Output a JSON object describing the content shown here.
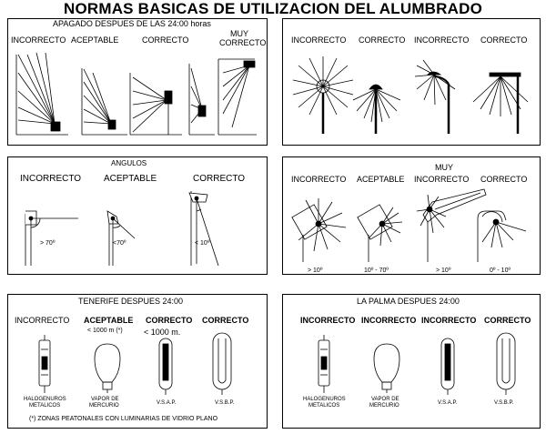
{
  "title": "NORMAS BASICAS DE UTILIZACION DEL ALUMBRADO",
  "panel1": {
    "heading": "APAGADO DESPUES DE LAS 24:00 horas",
    "labels": [
      "INCORRECTO",
      "ACEPTABLE",
      "CORRECTO",
      "MUY",
      "CORRECTO"
    ]
  },
  "panel2": {
    "labels": [
      "INCORRECTO",
      "CORRECTO",
      "INCORRECTO",
      "CORRECTO"
    ]
  },
  "panel3": {
    "heading": "ANGULOS",
    "labels": [
      "INCORRECTO",
      "ACEPTABLE",
      "CORRECTO"
    ],
    "angles": [
      "> 70º",
      "<70º",
      "< 10º"
    ]
  },
  "panel4": {
    "muy": "MUY",
    "labels": [
      "INCORRECTO",
      "ACEPTABLE",
      "INCORRECTO",
      "CORRECTO"
    ],
    "angles": [
      "> 10º",
      "10º - 70º",
      "> 10º",
      "0º - 10º"
    ]
  },
  "panel5": {
    "heading": "TENERIFE DESPUES 24:00",
    "labels": [
      "INCORRECTO",
      "ACEPTABLE",
      "CORRECTO",
      "CORRECTO"
    ],
    "sub1": "< 1000 m (*)",
    "sub2": "< 1000 m.",
    "lamps": [
      "HALOGENUROS",
      "METALICOS",
      "VAPOR DE",
      "MERCURIO",
      "V.S.A.P.",
      "V.S.B.P."
    ],
    "footnote": "(*) ZONAS PEATONALES CON LUMINARIAS DE VIDRIO PLANO"
  },
  "panel6": {
    "heading": "LA PALMA DESPUES 24:00",
    "labels": [
      "INCORRECTO",
      "INCORRECTO",
      "INCORRECTO",
      "CORRECTO"
    ],
    "lamps": [
      "HALOGENUROS",
      "METALICOS",
      "VAPOR DE",
      "MERCURIO",
      "V.S.A.P.",
      "V.S.B.P."
    ]
  }
}
